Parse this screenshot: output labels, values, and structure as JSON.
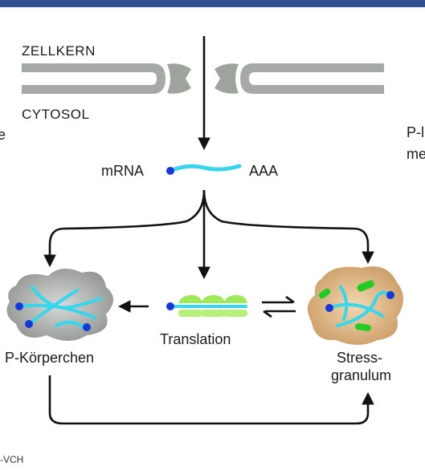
{
  "labels": {
    "zellkern": "ZELLKERN",
    "cytosol": "CYTOSOL",
    "mrna": "mRNA",
    "aaa": "AAA",
    "translation": "Translation",
    "p_koerperchen": "P-Körperchen",
    "stress_line1": "Stress-",
    "stress_line2": "granulum"
  },
  "edge_text": {
    "left_cut": "e",
    "right_cut_1": "P-l",
    "right_cut_2": "me"
  },
  "footer": "-VCH",
  "colors": {
    "membrane": "#a6aaa6",
    "pore": "#9ea39e",
    "mrna": "#35d6ee",
    "cap": "#1538d8",
    "ribosome": "#9eea5a",
    "p_body": "#b4b8b4",
    "stress_granule": "#e6c08e",
    "stress_inclusion": "#22cc22",
    "topbar": "#2f4f8f"
  }
}
